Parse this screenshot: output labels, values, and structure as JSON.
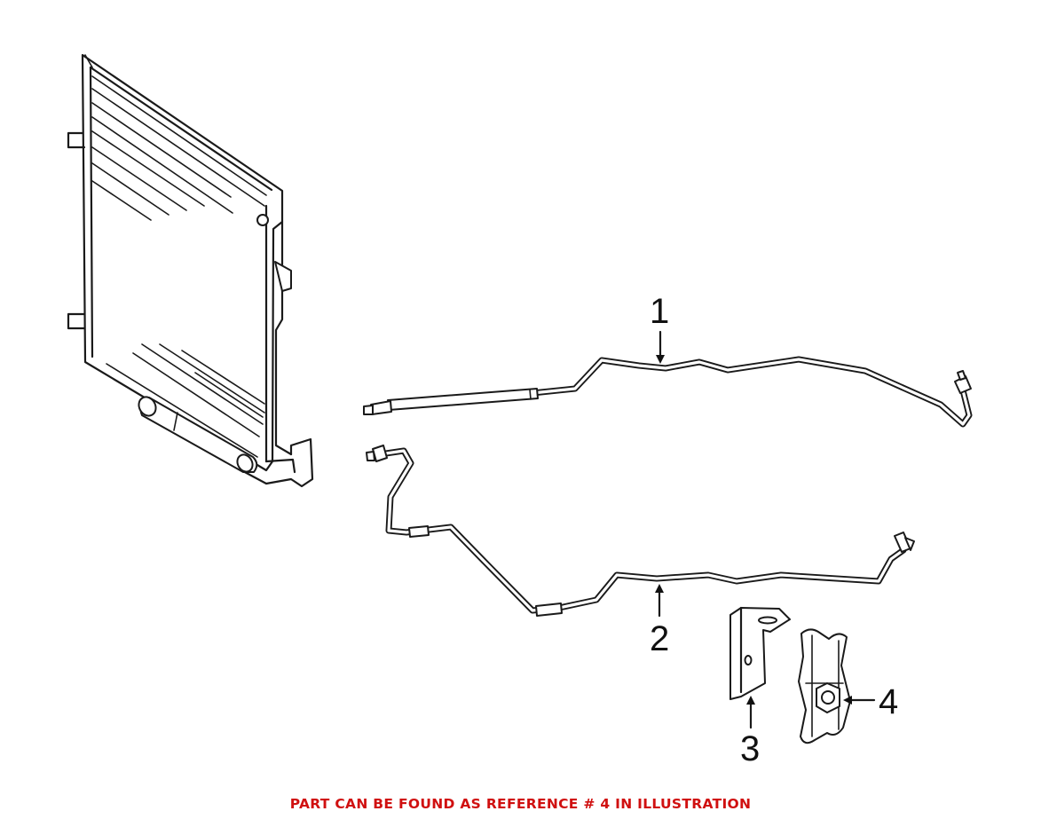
{
  "diagram": {
    "callouts": [
      {
        "id": "1",
        "label": "1"
      },
      {
        "id": "2",
        "label": "2"
      },
      {
        "id": "3",
        "label": "3"
      },
      {
        "id": "4",
        "label": "4"
      }
    ]
  },
  "caption": {
    "text": "PART CAN BE FOUND AS REFERENCE # 4 IN ILLUSTRATION",
    "color": "#d01010"
  },
  "colors": {
    "line": "#1a1a1a",
    "background": "#ffffff"
  }
}
